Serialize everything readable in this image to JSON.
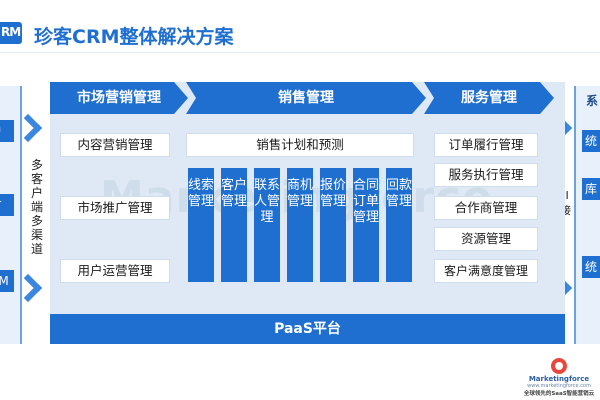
{
  "header": {
    "logo_text": "RM",
    "title": "珍客CRM整体解决方案"
  },
  "colors": {
    "primary": "#1f6fd1",
    "panel": "#dfe9f6",
    "arrow": "#3b87de"
  },
  "left_panel": {
    "items": [
      "户",
      "方",
      "RM"
    ]
  },
  "left_connector": {
    "label": "多客户端多渠道"
  },
  "right_panel": {
    "top": "系",
    "items": [
      "统",
      "库",
      "统"
    ]
  },
  "right_connector": {
    "label_line1": "API",
    "label_line2": "对接"
  },
  "columns": {
    "marketing": {
      "header": "市场营销管理",
      "items": [
        "内容营销管理",
        "市场推广管理",
        "用户运营管理"
      ]
    },
    "sales": {
      "header": "销售管理",
      "plan": "销售计划和预测",
      "items": [
        "线索管理",
        "客户管理",
        "联系人管理",
        "商机管理",
        "报价管理",
        "合同订单管理",
        "回款管理"
      ]
    },
    "service": {
      "header": "服务管理",
      "items": [
        "订单履行管理",
        "服务执行管理",
        "合作商管理",
        "资源管理",
        "客户满意度管理"
      ]
    }
  },
  "platform": {
    "label": "PaaS平台"
  },
  "watermark": "Marketingforce",
  "brand": {
    "name": "Marketingforce",
    "url": "www.marketingforce.com",
    "slogan": "全球领先的SaaS智能营销云"
  }
}
